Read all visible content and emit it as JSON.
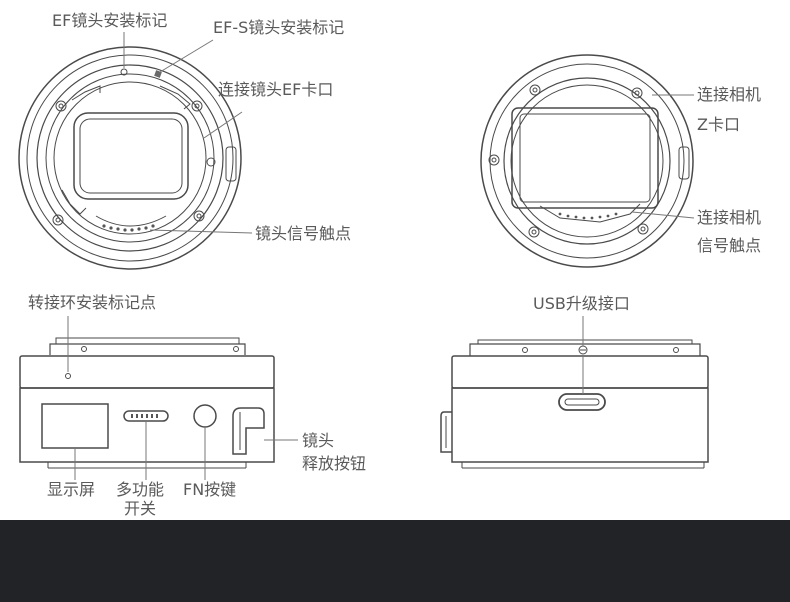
{
  "labels": {
    "ef_mount_mark": "EF镜头安装标记",
    "efs_mount_mark": "EF-S镜头安装标记",
    "ef_mount": "连接镜头EF卡口",
    "lens_contacts": "镜头信号触点",
    "camera_mount_line1": "连接相机",
    "camera_mount_line2": "Z卡口",
    "camera_contacts_line1": "连接相机",
    "camera_contacts_line2": "信号触点",
    "adapter_mount_mark": "转接环安装标记点",
    "usb_port": "USB升级接口",
    "display": "显示屏",
    "multi_switch_line1": "多功能",
    "multi_switch_line2": "开关",
    "fn_button": "FN按键",
    "release_line1": "镜头",
    "release_line2": "释放按钮"
  },
  "colors": {
    "line": "#4a4a4a",
    "label": "#5a5a5a",
    "footer": "#222326"
  }
}
